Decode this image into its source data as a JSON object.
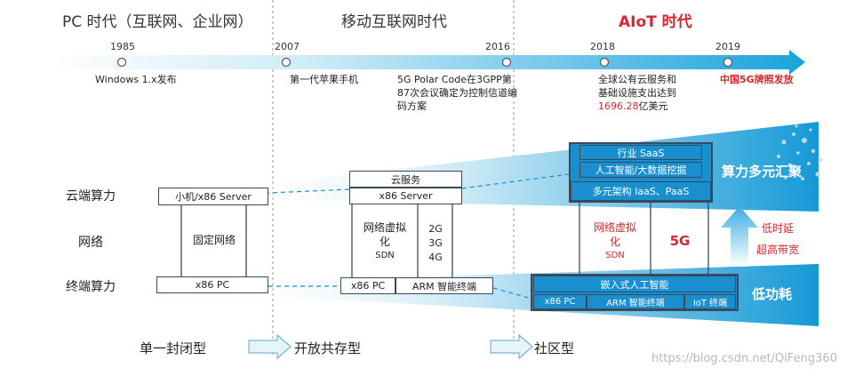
{
  "eras": [
    {
      "label": "PC 时代（互联网、企业网）"
    },
    {
      "label": "移动互联网时代"
    },
    {
      "label": "AIoT 时代"
    }
  ],
  "timeline": [
    {
      "year": "1985",
      "event": "Windows 1.x发布"
    },
    {
      "year": "2007",
      "event": "第一代苹果手机"
    },
    {
      "year": "2016",
      "event": "5G Polar Code在3GPP第87次会议确定为控制信道编码方案"
    },
    {
      "year": "2018",
      "event_line1": "全球公有云服务和",
      "event_line2": "基础设施支出达到",
      "event_highlight": "1696.28",
      "event_suffix": "亿美元"
    },
    {
      "year": "2019",
      "event": "中国5G牌照发放"
    }
  ],
  "row_labels": {
    "cloud": "云端算力",
    "network": "网络",
    "terminal": "终端算力"
  },
  "pc_era": {
    "cloud": "小机/x86 Server",
    "network": "固定网络",
    "terminal": "x86 PC"
  },
  "mobile_era": {
    "cloud_service": "云服务",
    "cloud_server": "x86 Server",
    "network_virt": "网络虚拟化",
    "network_sdn": "SDN",
    "gens": [
      "2G",
      "3G",
      "4G"
    ],
    "terminal_pc": "x86 PC",
    "terminal_arm": "ARM 智能终端"
  },
  "aiot_era": {
    "saas": "行业 SaaS",
    "ai_bigdata": "人工智能/大数据挖掘",
    "multi_arch": "多元架构 IaaS、PaaS",
    "network_virt": "网络虚拟化",
    "network_sdn": "SDN",
    "fiveg": "5G",
    "embedded_ai": "嵌入式人工智能",
    "terminals": [
      "x86 PC",
      "ARM 智能终端",
      "IoT 终端"
    ]
  },
  "side_labels": {
    "compute": "算力多元汇聚",
    "low_latency": "低时延",
    "high_bandwidth": "超高带宽",
    "low_power": "低功耗"
  },
  "bottom": [
    {
      "label": "单一封闭型"
    },
    {
      "label": "开放共存型"
    },
    {
      "label": "社区型"
    }
  ],
  "watermark": "https://blog.csdn.net/QiFeng360",
  "colors": {
    "accent_blue": "#1a8fd0",
    "highlight_red": "#d9262c"
  }
}
